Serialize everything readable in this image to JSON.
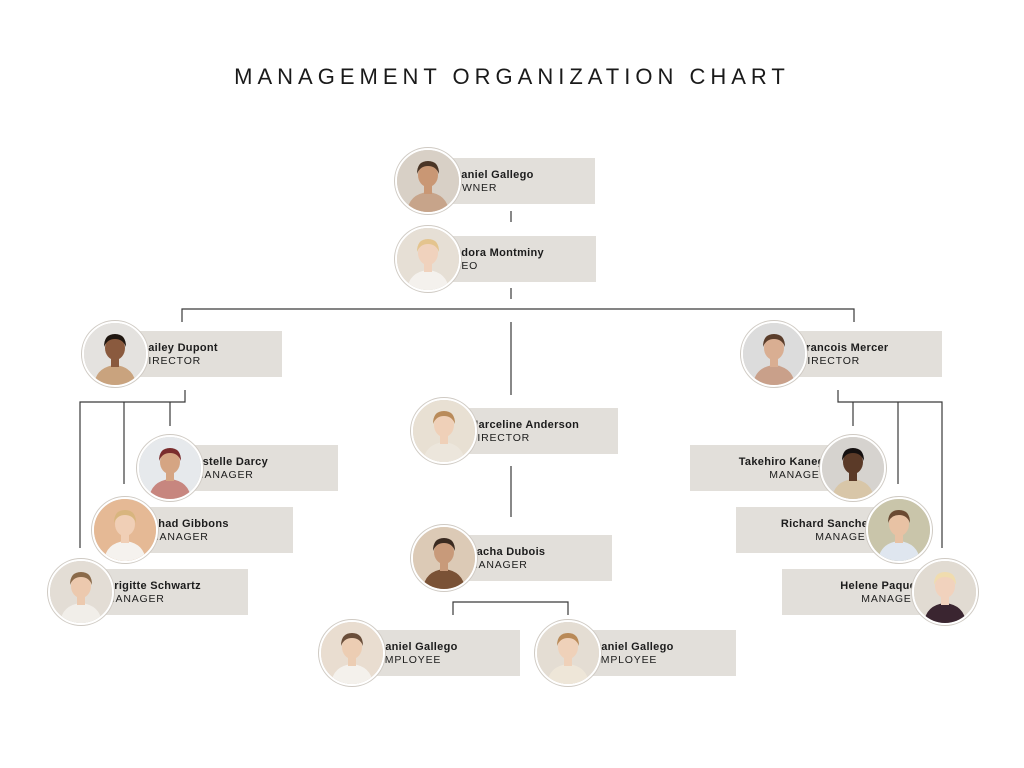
{
  "title": "MANAGEMENT ORGANIZATION CHART",
  "colors": {
    "card": "#e2dfda",
    "line": "#3a3a3a",
    "text": "#1c1c1c"
  },
  "people": {
    "owner": {
      "name": "Daniel Gallego",
      "role": "OWNER",
      "skin": "#c99774",
      "hair": "#4a3526",
      "bg": "#d8d0c6",
      "shirt": "#c7a48a"
    },
    "ceo": {
      "name": "Adora Montminy",
      "role": "CEO",
      "skin": "#f0d2bd",
      "hair": "#e4c48e",
      "bg": "#e6dfd5",
      "shirt": "#f4f1ed"
    },
    "bailey": {
      "name": "Bailey Dupont",
      "role": "DIRECTOR",
      "skin": "#8a5a3e",
      "hair": "#1f1610",
      "bg": "#e4e2df",
      "shirt": "#c9a37e"
    },
    "francois": {
      "name": "Francois Mercer",
      "role": "DIRECTOR",
      "skin": "#d9ae92",
      "hair": "#5a3d2b",
      "bg": "#dcdcdc",
      "shirt": "#c9a08a"
    },
    "marceline": {
      "name": "Marceline Anderson",
      "role": "DIRECTOR",
      "skin": "#efd0b8",
      "hair": "#b98b5a",
      "bg": "#e8e0d3",
      "shirt": "#ece6dc"
    },
    "estelle": {
      "name": "Estelle Darcy",
      "role": "MANAGER",
      "skin": "#d5a583",
      "hair": "#7a2d2d",
      "bg": "#e6e9ec",
      "shirt": "#c7867f"
    },
    "chad": {
      "name": "Chad Gibbons",
      "role": "MANAGER",
      "skin": "#f0cfb6",
      "hair": "#d8b57e",
      "bg": "#e5b995",
      "shirt": "#f5f2ee"
    },
    "brigitte": {
      "name": "Brigitte Schwartz",
      "role": "MANAGER",
      "skin": "#ecc9ae",
      "hair": "#8a6a4a",
      "bg": "#e3ddd5",
      "shirt": "#f1eee9"
    },
    "takehiro": {
      "name": "Takehiro Kanegi",
      "role": "MANAGER",
      "skin": "#5b3a28",
      "hair": "#151010",
      "bg": "#d6d3cf",
      "shirt": "#d8c6a8"
    },
    "richard": {
      "name": "Richard Sanchez",
      "role": "MANAGER",
      "skin": "#e8c2a4",
      "hair": "#6a4a32",
      "bg": "#c9c5aa",
      "shirt": "#dfe6ef"
    },
    "helene": {
      "name": "Helene Paquet",
      "role": "MANAGER",
      "skin": "#f1d2bd",
      "hair": "#f0dcae",
      "bg": "#e1dbd2",
      "shirt": "#3a2530"
    },
    "sacha": {
      "name": "Sacha Dubois",
      "role": "MANAGER",
      "skin": "#c89a7a",
      "hair": "#3a2a20",
      "bg": "#dccab6",
      "shirt": "#7a5236"
    },
    "employee1": {
      "name": "Daniel Gallego",
      "role": "EMPLOYEE",
      "skin": "#eccdb3",
      "hair": "#6a4e3a",
      "bg": "#e9ddd0",
      "shirt": "#f4f1ec"
    },
    "employee2": {
      "name": "Daniel Gallego",
      "role": "EMPLOYEE",
      "skin": "#efd1b9",
      "hair": "#b98a58",
      "bg": "#e4ddd3",
      "shirt": "#eee6d8"
    }
  }
}
